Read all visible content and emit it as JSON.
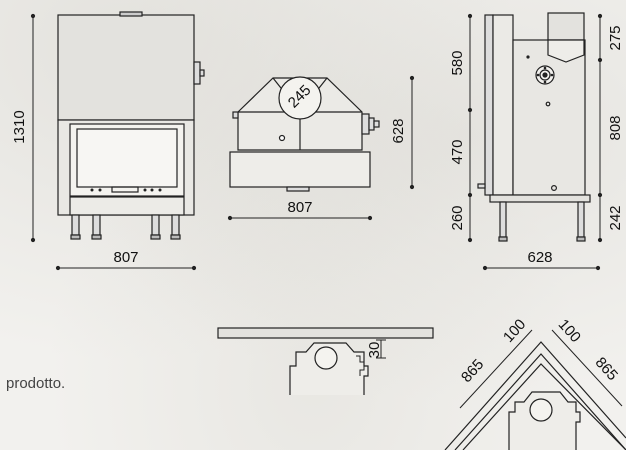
{
  "caption": "prodotto.",
  "front_view": {
    "height": "1310",
    "width": "807"
  },
  "top_view": {
    "flue_diameter": "245",
    "depth": "628",
    "width": "807"
  },
  "side_view": {
    "h_top": "580",
    "h_mid": "470",
    "h_base": "260",
    "r_top": "275",
    "r_mid": "808",
    "r_base": "242",
    "width": "628"
  },
  "wall_view": {
    "offset": "30"
  },
  "corner_view": {
    "left_gap": "100",
    "right_gap": "100",
    "left_leg": "865",
    "right_leg": "865"
  }
}
